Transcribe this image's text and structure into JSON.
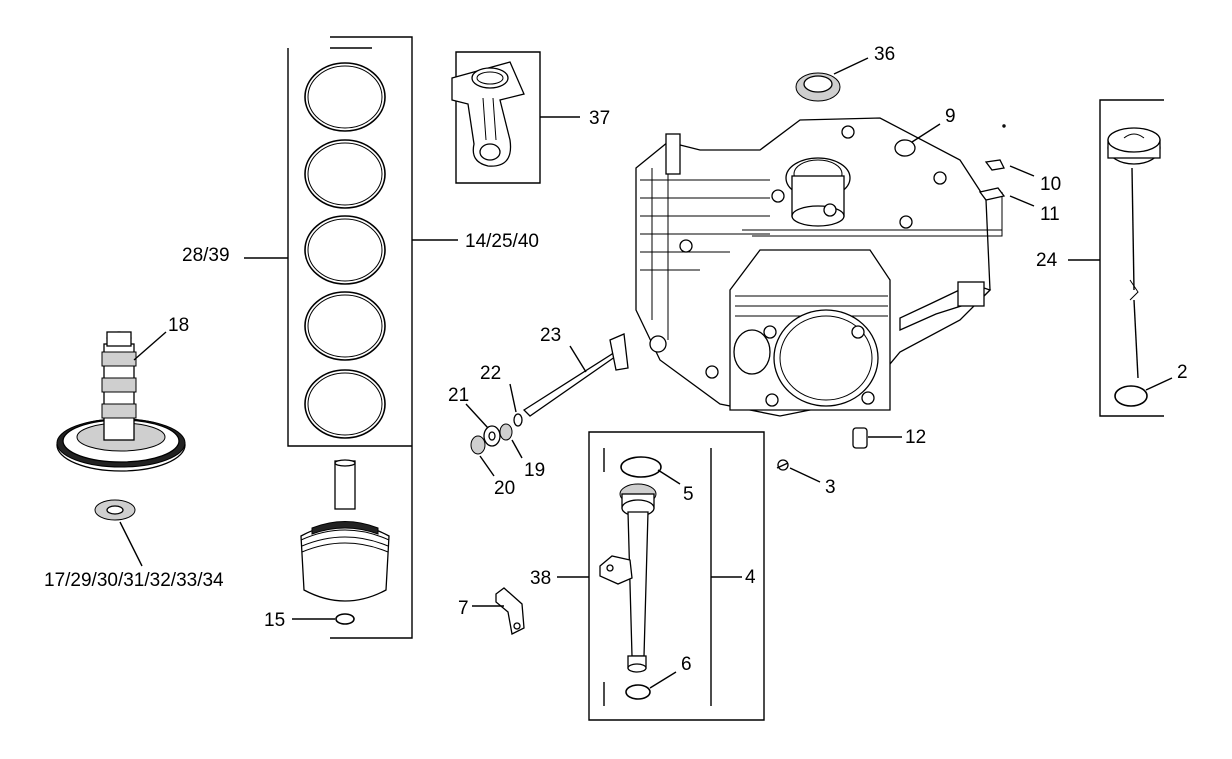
{
  "labels": {
    "p36": "36",
    "p37": "37",
    "p9": "9",
    "p10": "10",
    "p11": "11",
    "p24": "24",
    "p2": "2",
    "p28_39": "28/39",
    "p14_25_40": "14/25/40",
    "p18": "18",
    "p23": "23",
    "p22": "22",
    "p21": "21",
    "p19": "19",
    "p20": "20",
    "p12": "12",
    "p3": "3",
    "p5": "5",
    "p38": "38",
    "p4": "4",
    "p7": "7",
    "p6": "6",
    "p15": "15",
    "p17_34": "17/29/30/31/32/33/34"
  }
}
